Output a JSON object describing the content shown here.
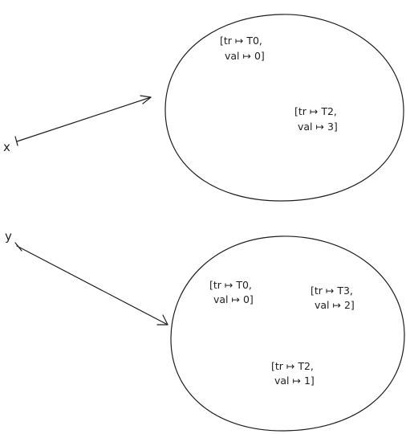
{
  "variables": [
    {
      "label": "x",
      "entries": [
        {
          "line1": "[tr  ↦ T0,",
          "line2": "val ↦ 0]"
        },
        {
          "line1": "[tr  ↦ T2,",
          "line2": "val ↦ 3]"
        }
      ]
    },
    {
      "label": "y",
      "entries": [
        {
          "line1": "[tr  ↦ T0,",
          "line2": "val ↦ 0]"
        },
        {
          "line1": "[tr  ↦ T3,",
          "line2": "val ↦ 2]"
        },
        {
          "line1": "[tr  ↦ T2,",
          "line2": "val ↦ 1]"
        }
      ]
    }
  ],
  "colors": {
    "ink": "#1e1e1e",
    "background": "#ffffff"
  }
}
